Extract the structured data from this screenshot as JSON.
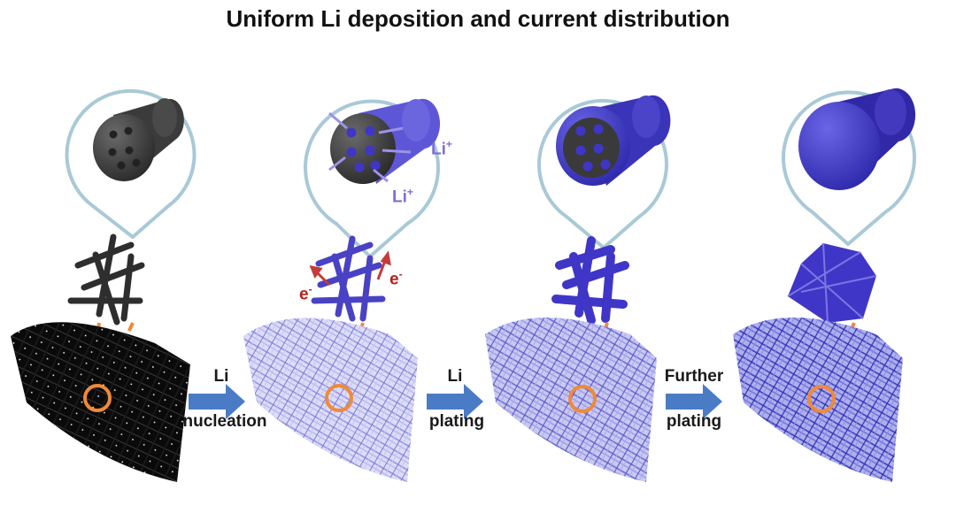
{
  "title": "Uniform Li deposition and current distribution",
  "steps": [
    {
      "line1": "Li",
      "line2": "nucleation"
    },
    {
      "line1": "Li",
      "line2": "plating"
    },
    {
      "line1": "Further",
      "line2": "plating"
    }
  ],
  "ions": {
    "li": "Li",
    "li_charge": "+",
    "electron": "e",
    "electron_charge": "-"
  },
  "colors": {
    "host": "#2e2e2e",
    "lithium": "#3f36c8",
    "lithium_light": "#8f8ff0",
    "ion_label": "#7f6fd8",
    "electron_label": "#b8201f",
    "arrow": "#4a7cc6",
    "guide": "#ef8a3a",
    "bubble": "#a9c9d6"
  }
}
